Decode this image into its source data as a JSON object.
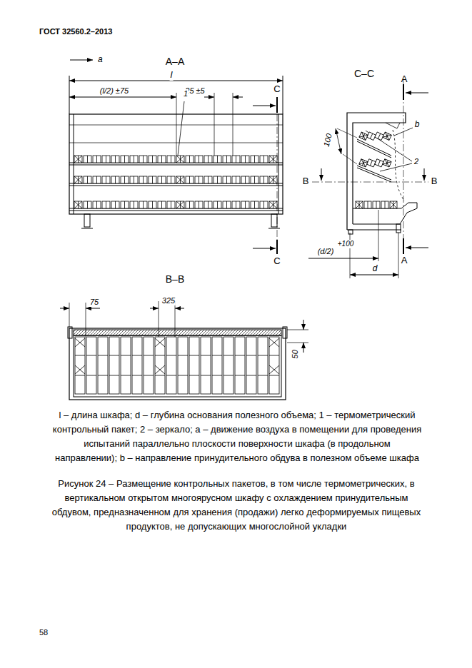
{
  "diagram": {
    "caption": "Рисунок 24 – Размещение контрольных пакетов, в том числе термометрических, в вертикальном открытом многоярусном шкафу с охлаждением принудительным обдувом, предназначенном для хранения (продажи) легко деформируемых пищевых продуктов, не допускающих многослойной укладки",
    "labels": [
      "ГОСТ 32560.2–2013",
      "a",
      "А–А",
      "l",
      "(l/2) ±75",
      "25 ±5",
      "1",
      "С",
      "С",
      "С–С",
      "А",
      "b",
      "100",
      "2",
      "В",
      "В",
      "(d/2)",
      "+100",
      "А",
      "d",
      "В–В",
      "75",
      "325",
      "50",
      "l – длина шкафа; d – глубина основания полезного объема; 1 – термометрический контрольный пакет; 2 – зеркало; a – движение воздуха в помещении для проведения испытаний параллельно плоскости поверхности шкафа (в продольном направлении); b – направление принудительного обдува в полезном объеме шкафа",
      "58"
    ]
  }
}
